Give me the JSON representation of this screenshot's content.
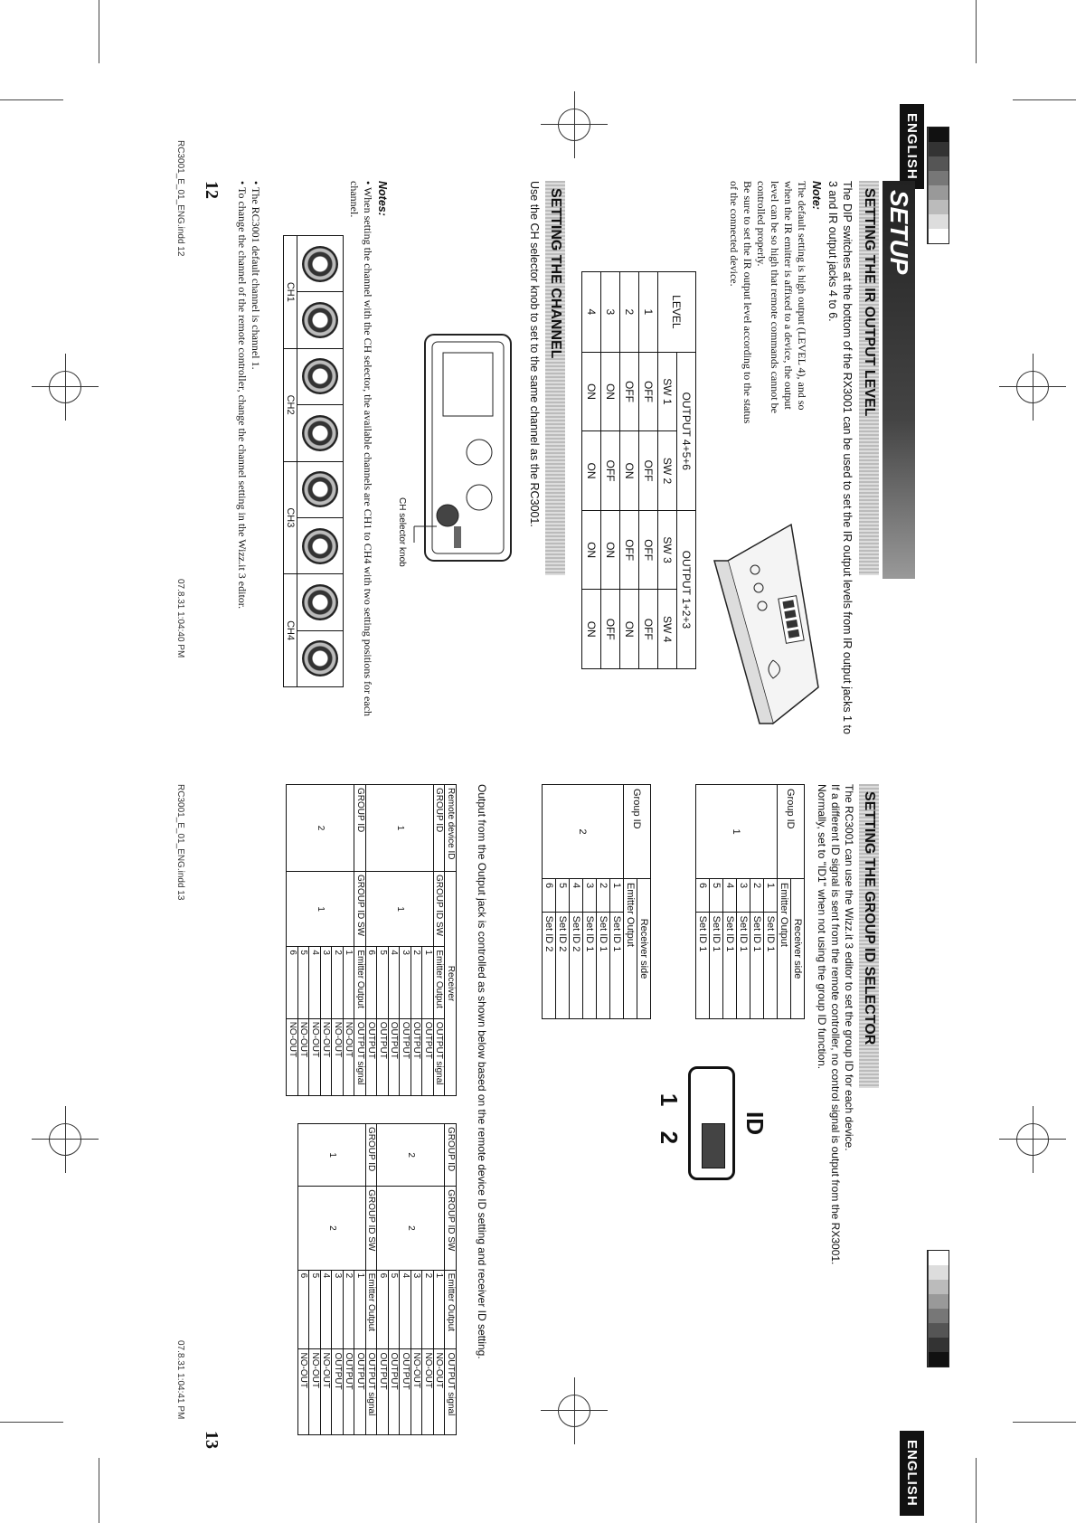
{
  "left_page": {
    "lang_tab": "ENGLISH",
    "title": "SETUP",
    "ir_section": {
      "heading": "SETTING THE IR OUTPUT LEVEL",
      "intro": "The DIP switches at the bottom of the RX3001 can be used to set the IR output levels from IR output jacks 1 to 3 and IR output jacks 4 to 6.",
      "note_label": "Note:",
      "note_lines": [
        "The default setting is high output (LEVEL 4), and so",
        "when the IR emitter is affixed to a device, the output",
        "level can be so high that remote commands cannot be",
        "controlled properly.",
        "Be sure to set the IR output level according to the status",
        "of the connected device."
      ],
      "table": {
        "level_header": "LEVEL",
        "group_headers": [
          "OUTPUT 4+5+6",
          "OUTPUT 1+2+3"
        ],
        "sw_headers": [
          "SW 1",
          "SW 2",
          "SW 3",
          "SW 4"
        ],
        "rows": [
          {
            "level": "1",
            "sw": [
              "OFF",
              "OFF",
              "OFF",
              "OFF"
            ]
          },
          {
            "level": "2",
            "sw": [
              "OFF",
              "ON",
              "OFF",
              "ON"
            ]
          },
          {
            "level": "3",
            "sw": [
              "ON",
              "OFF",
              "ON",
              "OFF"
            ]
          },
          {
            "level": "4",
            "sw": [
              "ON",
              "ON",
              "ON",
              "ON"
            ]
          }
        ]
      }
    },
    "channel_section": {
      "heading": "SETTING THE CHANNEL",
      "intro": "Use the CH selector knob to set to the same channel as the RC3001.",
      "knob_label": "CH selector knob",
      "notes_label": "Notes:",
      "notes": [
        "When setting the channel with the CH selector, the available channels are CH1 to CH4 with two setting positions for each channel.",
        "The RC3001 default channel is channel 1.",
        "To change the channel of the remote controller, change the channel setting in the Wizz.it 3 editor."
      ],
      "channels": [
        "CH1",
        "CH2",
        "CH3",
        "CH4"
      ]
    },
    "page_number": "12",
    "footer_left": "RC3001_E_01_ENG.indd   12",
    "footer_right": "07.8.31   1:04:40 PM"
  },
  "right_page": {
    "lang_tab": "ENGLISH",
    "group_section": {
      "heading": "SETTING THE GROUP ID SELECTOR",
      "intro_lines": [
        "The RC3001 can use the Wizz.it 3 editor to set the group ID for each device.",
        "If a different ID signal is sent from the remote controller, no control signal is output from the RX3001.",
        "Normally, set to \"ID1\" when not using the group ID function."
      ],
      "id_label": "ID",
      "id_positions": "1 2",
      "table1": {
        "header_group": "Group ID",
        "header_receiver": "Receiver side",
        "header_emitter": "Emitter Output",
        "group_value": "1",
        "rows": [
          {
            "out": "1",
            "set": "Set ID 1"
          },
          {
            "out": "2",
            "set": "Set ID 1"
          },
          {
            "out": "3",
            "set": "Set ID 1"
          },
          {
            "out": "4",
            "set": "Set ID 1"
          },
          {
            "out": "5",
            "set": "Set ID 1"
          },
          {
            "out": "6",
            "set": "Set ID 1"
          }
        ]
      },
      "table2": {
        "header_group": "Group ID",
        "header_receiver": "Receiver side",
        "header_emitter": "Emitter Output",
        "group_value": "2",
        "rows": [
          {
            "out": "1",
            "set": "Set ID 1"
          },
          {
            "out": "2",
            "set": "Set ID 1"
          },
          {
            "out": "3",
            "set": "Set ID 1"
          },
          {
            "out": "4",
            "set": "Set ID 2"
          },
          {
            "out": "5",
            "set": "Set ID 2"
          },
          {
            "out": "6",
            "set": "Set ID 2"
          }
        ]
      },
      "output_intro": "Output from the Output jack is controlled as shown below based on the remote device ID setting and receiver ID setting.",
      "big_table": {
        "hdr_remote": "Remote device ID",
        "hdr_receiver": "Receiver",
        "blocks": [
          {
            "c1": "GROUP ID",
            "c2": "GROUP ID SW",
            "c3": "Emitter Output",
            "c4": "OUTPUT signal",
            "remote": "1",
            "receiver": "1",
            "rows": [
              [
                "1",
                "OUTPUT"
              ],
              [
                "2",
                "OUTPUT"
              ],
              [
                "3",
                "OUTPUT"
              ],
              [
                "4",
                "OUTPUT"
              ],
              [
                "5",
                "OUTPUT"
              ],
              [
                "6",
                "OUTPUT"
              ]
            ]
          },
          {
            "c1": "GROUP ID",
            "c2": "GROUP ID SW",
            "c3": "Emitter Output",
            "c4": "OUTPUT signal",
            "remote": "2",
            "receiver": "1",
            "rows": [
              [
                "1",
                "NO-OUT"
              ],
              [
                "2",
                "NO-OUT"
              ],
              [
                "3",
                "NO-OUT"
              ],
              [
                "4",
                "NO-OUT"
              ],
              [
                "5",
                "NO-OUT"
              ],
              [
                "6",
                "NO-OUT"
              ]
            ]
          },
          {
            "c1": "GROUP ID",
            "c2": "GROUP ID SW",
            "c3": "Emitter Output",
            "c4": "OUTPUT signal",
            "remote": "2",
            "receiver": "2",
            "rows": [
              [
                "1",
                "NO-OUT"
              ],
              [
                "2",
                "NO-OUT"
              ],
              [
                "3",
                "NO-OUT"
              ],
              [
                "4",
                "OUTPUT"
              ],
              [
                "5",
                "OUTPUT"
              ],
              [
                "6",
                "OUTPUT"
              ]
            ]
          },
          {
            "c1": "GROUP ID",
            "c2": "GROUP ID SW",
            "c3": "Emitter Output",
            "c4": "OUTPUT signal",
            "remote": "1",
            "receiver": "2",
            "rows": [
              [
                "1",
                "OUTPUT"
              ],
              [
                "2",
                "OUTPUT"
              ],
              [
                "3",
                "OUTPUT"
              ],
              [
                "4",
                "NO-OUT"
              ],
              [
                "5",
                "NO-OUT"
              ],
              [
                "6",
                "NO-OUT"
              ]
            ]
          }
        ]
      }
    },
    "page_number": "13",
    "footer_left": "RC3001_E_01_ENG.indd   13",
    "footer_right": "07.8.31   1:04:41 PM"
  },
  "colors": {
    "ink": "#111111",
    "tab_bg": "#111111",
    "header_shade": "#cccccc"
  }
}
